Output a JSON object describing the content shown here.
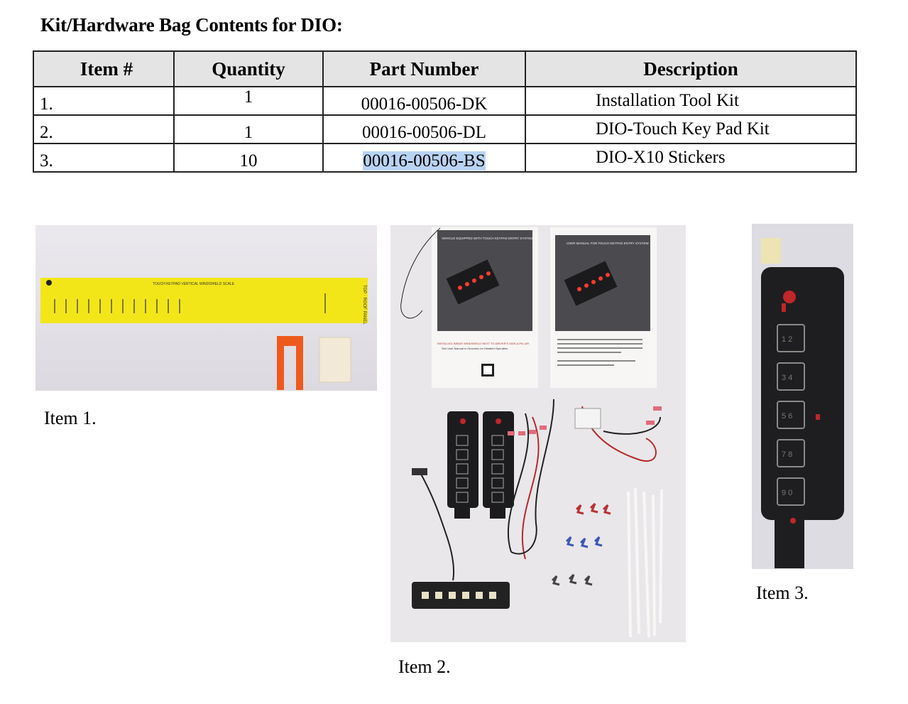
{
  "title": "Kit/Hardware Bag Contents for DIO:",
  "table": {
    "headers": [
      "Item #",
      "Quantity",
      "Part Number",
      "Description"
    ],
    "rows": [
      {
        "item": "1.",
        "quantity": "1",
        "part": "00016-00506-DK",
        "description": "Installation Tool Kit"
      },
      {
        "item": "2.",
        "quantity": "1",
        "part": "00016-00506-DL",
        "description": "DIO-Touch Key Pad Kit"
      },
      {
        "item": "3.",
        "quantity": "10",
        "part": "00016-00506-BS",
        "description": "DIO-X10 Stickers"
      }
    ],
    "selected_cell": "rows.2.part",
    "selection_color": "#b9d3f3"
  },
  "photos": {
    "item1": {
      "caption": "Item 1.",
      "scale_label": "TOUCH KEYPAD VERTICAL WINDSHIELD SCALE",
      "side_label": "TOP · ROOF PANEL",
      "colors": {
        "scale": "#f2e619",
        "tool": "#ee5a1e"
      }
    },
    "item2": {
      "caption": "Item 2.",
      "manual_left_title": "VEHICLE EQUIPPED WITH TOUCH KEYPAD ENTRY SYSTEM",
      "manual_right_title": "USER MANUAL FOR TOUCH KEYPAD ENTRY SYSTEM",
      "manual_left_text": "INSTALLED INSIDE WINDSHIELD NEXT TO DRIVER'S SIDE A-PILLAR",
      "manual_left_subtext": "See User Manual in Glovebox for Detailed Operation"
    },
    "item3": {
      "caption": "Item 3.",
      "keys": [
        "1 2",
        "3 4",
        "5 6",
        "7 8",
        "9 0"
      ]
    }
  }
}
